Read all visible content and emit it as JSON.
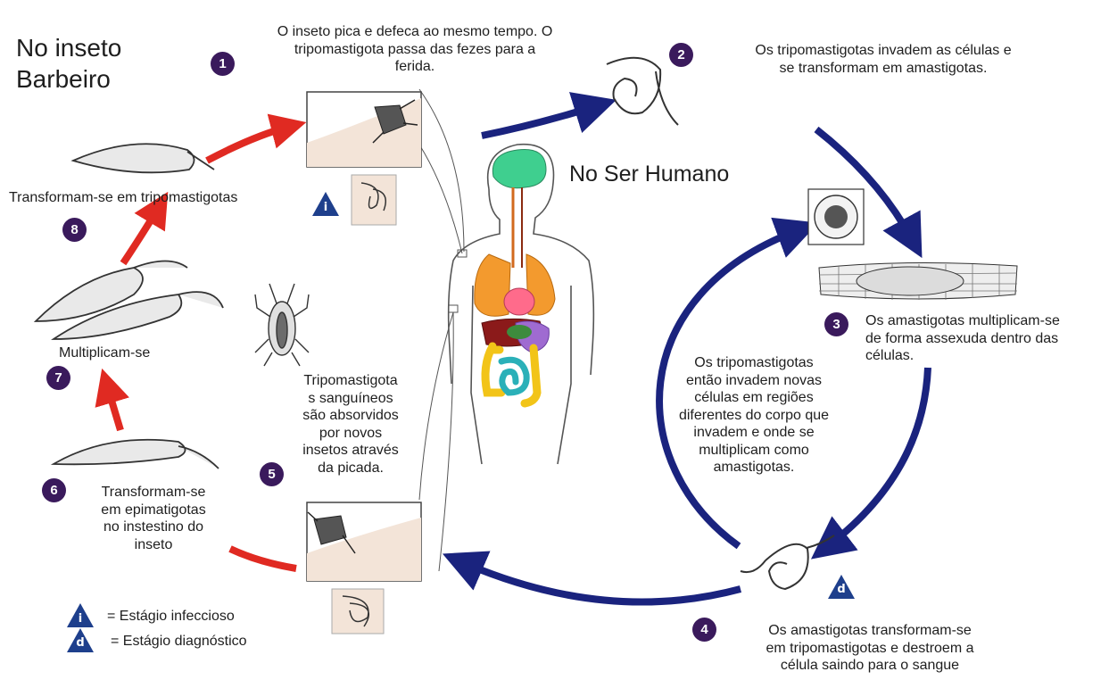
{
  "colors": {
    "step_purple": "#3a1a5c",
    "human_arrow": "#1a237e",
    "insect_arrow": "#e02a22",
    "triangle_blue": "#1e3f8c"
  },
  "titles": {
    "insect_line1": "No inseto",
    "insect_line2": "Barbeiro",
    "human": "No Ser Humano"
  },
  "steps": [
    {
      "number": "1",
      "lines": [
        "O inseto pica e defeca ao mesmo tempo. O",
        "tripomastigota passa das fezes para a",
        "ferida."
      ]
    },
    {
      "number": "2",
      "lines": [
        "Os tripomastigotas invadem as células e",
        "se transformam em amastigotas."
      ]
    },
    {
      "number": "3",
      "lines": [
        "Os amastigotas multiplicam-se",
        "de forma assexuda dentro das",
        "células."
      ]
    },
    {
      "number": "4",
      "lines": [
        "Os amastigotas transformam-se",
        "em tripomastigotas e destroem  a",
        "célula saindo para o sangue"
      ]
    },
    {
      "number": "5",
      "lines": [
        "Tripomastigota",
        "s sanguíneos",
        "são absorvidos",
        "por novos",
        "insetos através",
        "da picada."
      ]
    },
    {
      "number": "6",
      "lines": [
        "Transformam-se",
        "em epimatigotas",
        "no instestino do",
        "inseto"
      ]
    },
    {
      "number": "7",
      "lines": [
        "Multiplicam-se"
      ]
    },
    {
      "number": "8",
      "lines": [
        "Transformam-se em tripomastigotas"
      ]
    }
  ],
  "center_note": [
    "Os tripomastigotas",
    "então invadem novas",
    "células em regiões",
    "diferentes do corpo que",
    "invadem e onde se",
    "multiplicam  como",
    "amastigotas."
  ],
  "legend": [
    {
      "symbol": "i",
      "label": "= Estágio infeccioso"
    },
    {
      "symbol": "d",
      "label": "= Estágio diagnóstico"
    }
  ],
  "markers": {
    "infectious": "i",
    "diagnostic": "d"
  }
}
